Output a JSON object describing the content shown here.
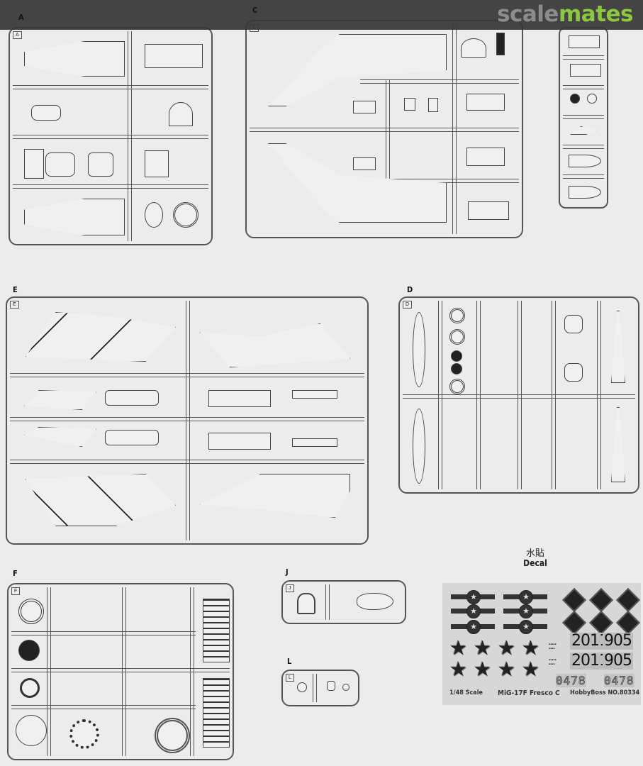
{
  "header": {
    "logo_part1": "scale",
    "logo_part2": "mates",
    "brand_colors": {
      "gray": "#8c8c8c",
      "green": "#8dc63f",
      "bar": "#373737"
    }
  },
  "sprues": [
    {
      "id": "A",
      "label": "A"
    },
    {
      "id": "C",
      "label": "C"
    },
    {
      "id": "B",
      "label": ""
    },
    {
      "id": "E",
      "label": "E"
    },
    {
      "id": "D",
      "label": "D"
    },
    {
      "id": "F",
      "label": "F"
    },
    {
      "id": "J",
      "label": "J"
    },
    {
      "id": "L",
      "label": "L"
    }
  ],
  "decal": {
    "title_cn": "水貼",
    "title_en": "Decal",
    "serials": [
      "2011",
      "905",
      "2011",
      "905"
    ],
    "outline_serials": [
      "0478",
      "0478"
    ],
    "scale": "1/48  Scale",
    "model": "MiG-17F Fresco C",
    "product": "HobbyBoss  NO.80334"
  }
}
